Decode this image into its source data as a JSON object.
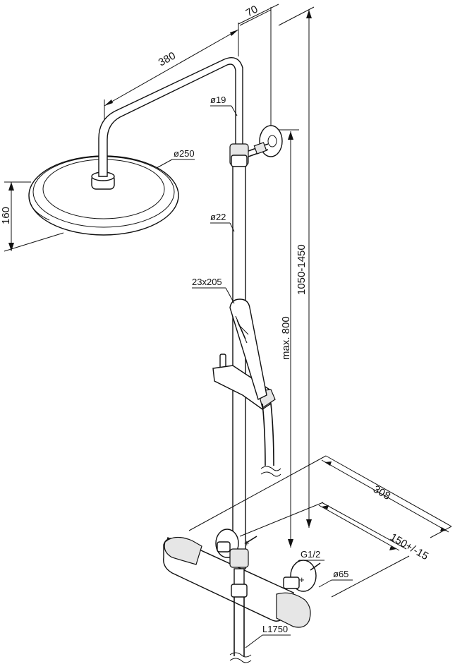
{
  "labels": {
    "arm_length": "380",
    "wall_offset": "70",
    "arm_diameter": "ø19",
    "head_diameter": "ø250",
    "head_height": "160",
    "pipe_diameter": "ø22",
    "hand_shower": "23x205",
    "height_range": "1050-1450",
    "slide_max": "max. 800",
    "projection": "308",
    "inlet_spacing": "150+/-15",
    "thread": "G1/2",
    "flange_diameter": "ø65",
    "hose_length": "L1750"
  },
  "colors": {
    "stroke": "#111111",
    "background": "#ffffff",
    "shade": "#e6e6e6"
  }
}
